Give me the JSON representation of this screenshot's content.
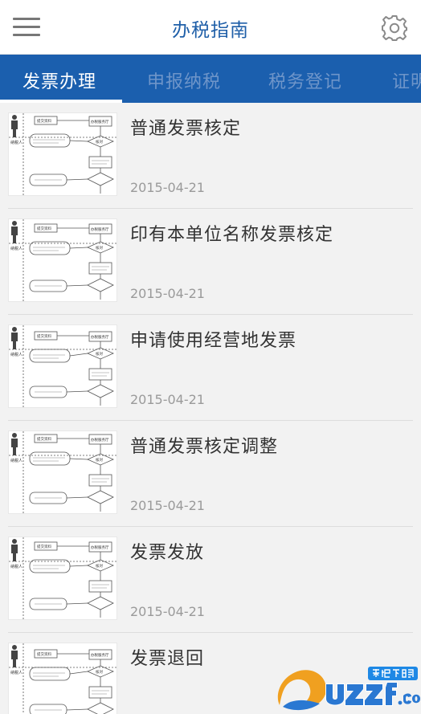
{
  "header": {
    "title": "办税指南",
    "menu_icon": "menu-icon",
    "settings_icon": "gear-icon"
  },
  "tabs": [
    {
      "label": "发票办理",
      "active": true
    },
    {
      "label": "申报纳税",
      "active": false
    },
    {
      "label": "税务登记",
      "active": false
    },
    {
      "label": "证明",
      "active": false
    }
  ],
  "items": [
    {
      "title": "普通发票核定",
      "date": "2015-04-21"
    },
    {
      "title": "印有本单位名称发票核定",
      "date": "2015-04-21"
    },
    {
      "title": "申请使用经营地发票",
      "date": "2015-04-21"
    },
    {
      "title": "普通发票核定调整",
      "date": "2015-04-21"
    },
    {
      "title": "发票发放",
      "date": "2015-04-21"
    },
    {
      "title": "发票退回",
      "date": ""
    }
  ],
  "thumbnail_labels": {
    "person": "纳税人",
    "left_box": "提交资料",
    "right_box": "办税服务厅",
    "decision": "核对"
  },
  "watermark": {
    "brand": "uzzf.com",
    "tag": "东坡下载"
  },
  "colors": {
    "accent": "#1b5fae",
    "title": "#1f5fa8",
    "inactive_tab": "#6e95c9"
  }
}
